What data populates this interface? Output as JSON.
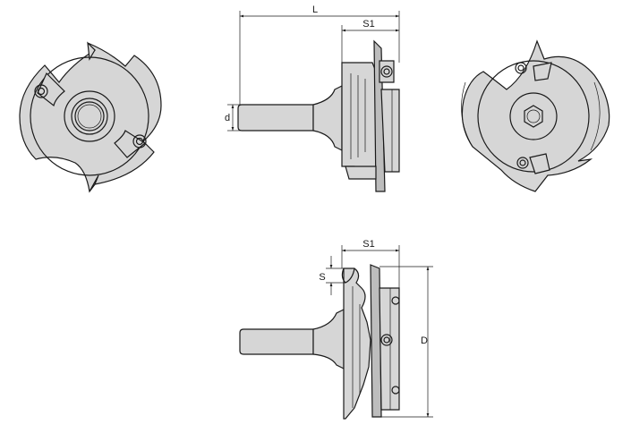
{
  "drawing": {
    "dimension_labels": {
      "L": "L",
      "S1_top": "S1",
      "d": "d",
      "S1_bottom": "S1",
      "S": "S",
      "D": "D"
    }
  }
}
